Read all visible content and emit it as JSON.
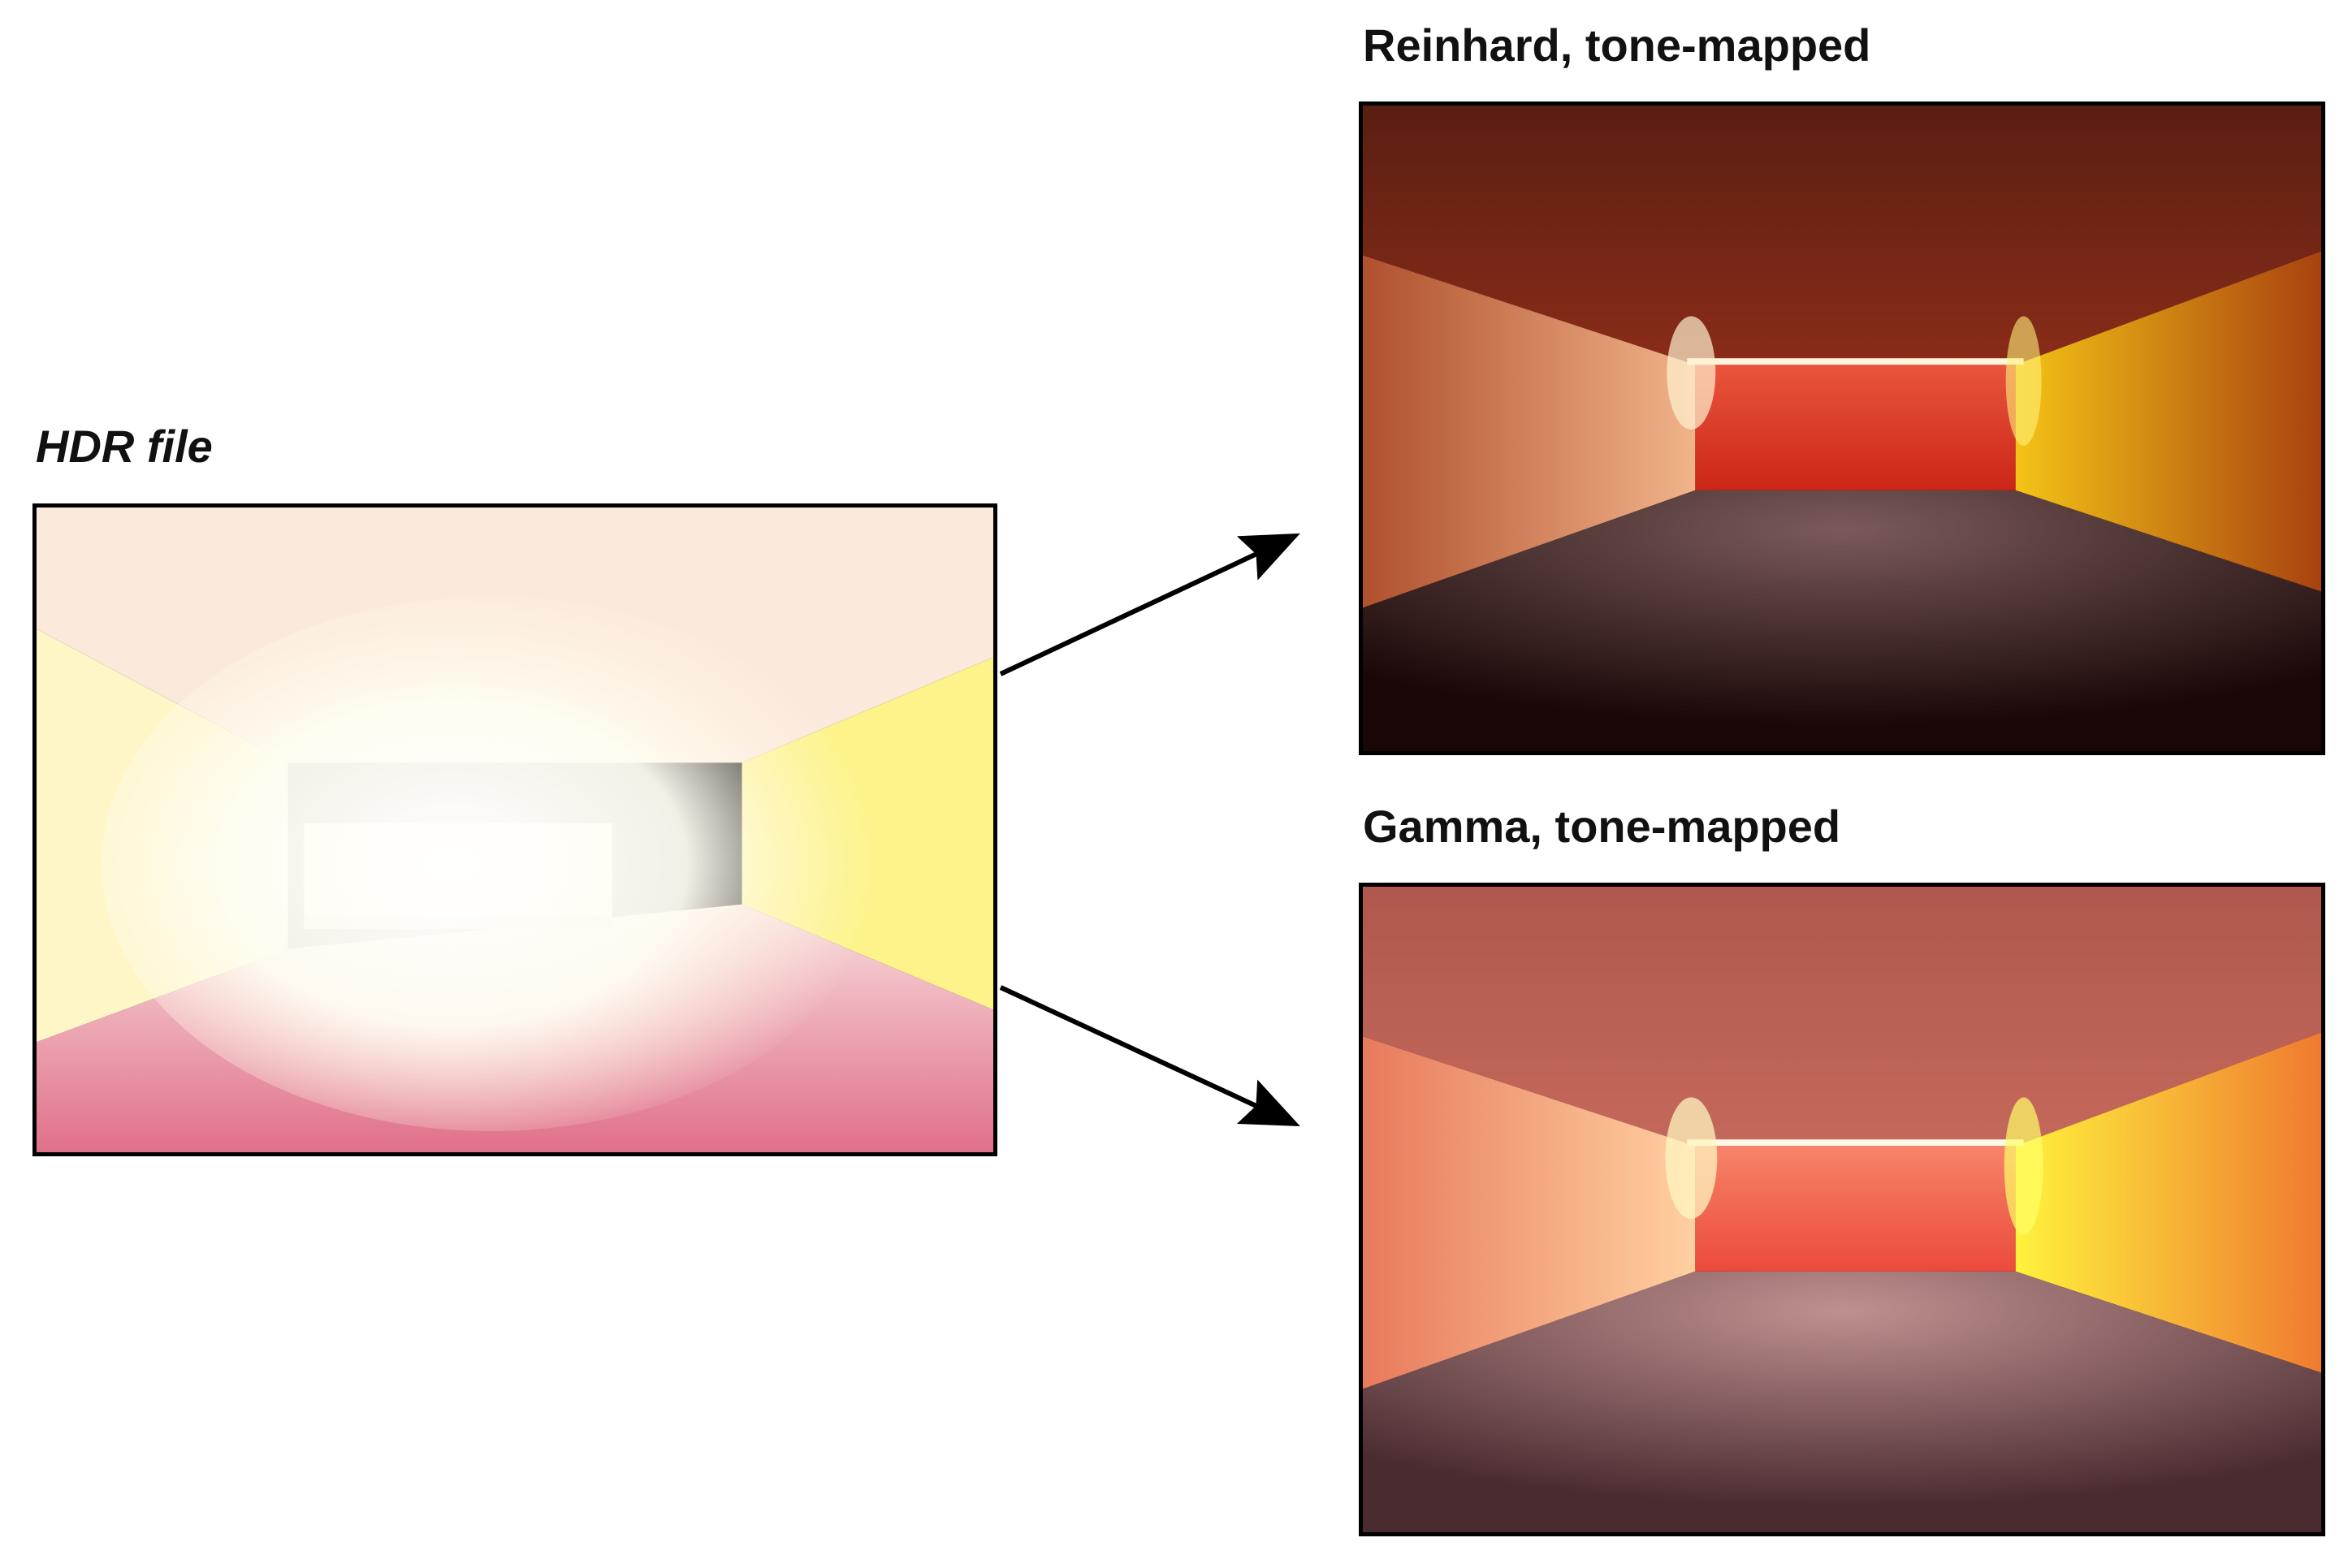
{
  "hdr": {
    "label": "HDR file"
  },
  "reinhard": {
    "label": "Reinhard, tone-mapped"
  },
  "gamma": {
    "label": "Gamma, tone-mapped"
  }
}
